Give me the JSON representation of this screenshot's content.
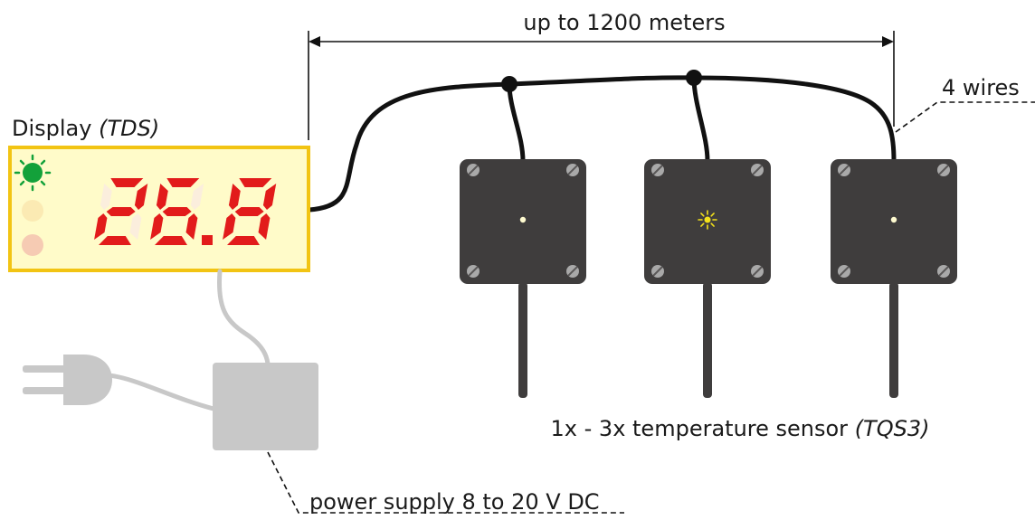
{
  "distance_label": "up to 1200 meters",
  "wires_label": "4 wires",
  "display": {
    "title": "Display",
    "model": "(TDS)",
    "value": "26.8",
    "ghost": "88.8",
    "led_colors": [
      "#13a13a",
      "#fbeab3",
      "#f6cbb3"
    ],
    "digit_color": "#e21b1b",
    "panel_color": "#fffbc9",
    "border_color": "#f2c413"
  },
  "sensor_label": {
    "text": "1x - 3x temperature sensor",
    "model": "(TQS3)"
  },
  "power_label": "power supply 8 to 20 V DC",
  "colors": {
    "cable": "#111111",
    "sensor_body": "#3f3d3d",
    "screw": "#a9a9a9",
    "power_gray": "#c8c8c8",
    "active_led": "#f4e21a"
  }
}
